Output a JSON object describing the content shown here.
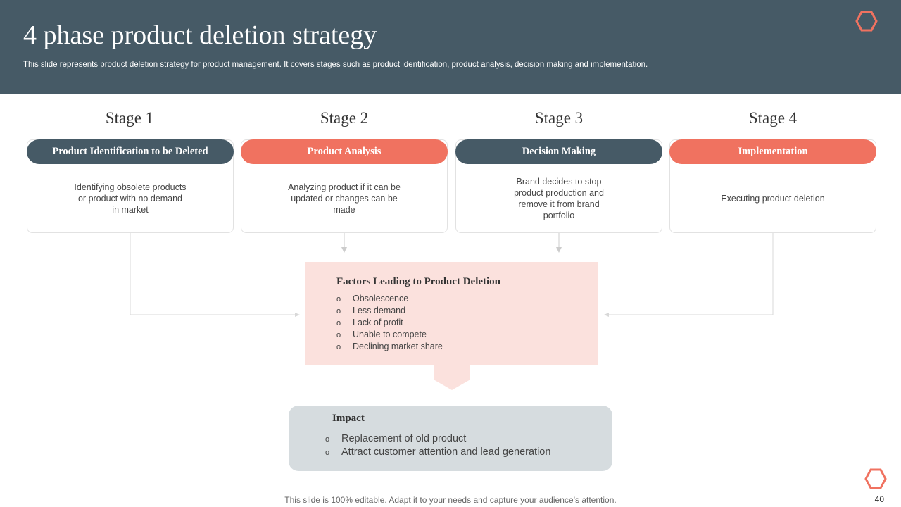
{
  "header": {
    "title": "4 phase product deletion strategy",
    "subtitle": "This slide represents product deletion strategy for product management. It covers stages such as product identification, product analysis, decision making and implementation."
  },
  "stages": [
    {
      "label": "Stage 1",
      "heading": "Product Identification to be Deleted",
      "description": "Identifying obsolete products or product with no demand in market"
    },
    {
      "label": "Stage 2",
      "heading": "Product Analysis",
      "description": "Analyzing product if it can be updated or changes can be made"
    },
    {
      "label": "Stage 3",
      "heading": "Decision Making",
      "description": "Brand decides to stop product production and remove it from brand portfolio"
    },
    {
      "label": "Stage 4",
      "heading": "Implementation",
      "description": "Executing product deletion"
    }
  ],
  "factors": {
    "title": "Factors Leading to Product Deletion",
    "bullet": "o",
    "items": [
      "Obsolescence",
      "Less demand",
      "Lack of profit",
      "Unable to compete",
      "Declining market share"
    ]
  },
  "impact": {
    "title": "Impact",
    "bullet": "o",
    "items": [
      "Replacement of old product",
      "Attract customer attention and lead generation"
    ]
  },
  "footer": {
    "note": "This slide is 100% editable. Adapt it to your needs and capture your audience’s attention.",
    "page_number": "40"
  },
  "colors": {
    "header_bg": "#465a66",
    "accent_coral": "#f07260",
    "factors_bg": "#fbe1dd",
    "impact_bg": "#d6dcdf"
  },
  "icons": [
    "hexagon-outline-icon"
  ]
}
